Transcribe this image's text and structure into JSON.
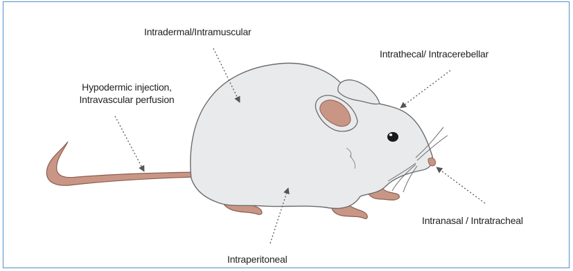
{
  "labels": {
    "intradermal": "Intradermal/Intramuscular",
    "intrathecal": "Intrathecal/ Intracerebellar",
    "hypodermic_line1": "Hypodermic injection,",
    "hypodermic_line2": "Intravascular perfusion",
    "intranasal": "Intranasal / Intratracheal",
    "intraperitoneal": "Intraperitoneal"
  },
  "colors": {
    "frame_border": "#4f8fc9",
    "body_fill": "#e9eaec",
    "body_stroke": "#6b6b6b",
    "skin_pink": "#c99685",
    "skin_stroke": "#8a5e51",
    "arrow": "#555555",
    "text": "#222222"
  },
  "icons": {
    "subject": "mouse-illustration"
  }
}
